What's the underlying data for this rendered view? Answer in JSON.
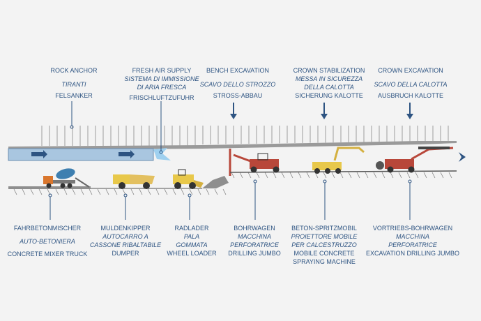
{
  "top_labels": [
    {
      "en": "ROCK ANCHOR",
      "it": "TIRANTI",
      "de": "FELSANKER"
    },
    {
      "en": "FRESH AIR SUPPLY",
      "it1": "SISTEMA DI IMMISSIONE",
      "it2": "DI ARIA FRESCA",
      "de": "FRISCHLUFTZUFUHR"
    },
    {
      "en": "BENCH EXCAVATION",
      "it": "SCAVO DELLO STROZZO",
      "de": "STROSS-ABBAU"
    },
    {
      "en": "CROWN STABILIZATION",
      "it1": "MESSA IN SICUREZZA",
      "it2": "DELLA CALOTTA",
      "de": "SICHERUNG KALOTTE"
    },
    {
      "en": "CROWN EXCAVATION",
      "it": "SCAVO DELLA CALOTTA",
      "de": "AUSBRUCH KALOTTE"
    }
  ],
  "bottom_labels": [
    {
      "de": "FAHRBETONMISCHER",
      "it": "AUTO-BETONIERA",
      "en": "CONCRETE  MIXER TRUCK"
    },
    {
      "de": "MULDENKIPPER",
      "it1": "AUTOCARRO A",
      "it2": "CASSONE RIBALTABILE",
      "en": "DUMPER"
    },
    {
      "de": "RADLADER",
      "it1": "PALA",
      "it2": "GOMMATA",
      "en": "WHEEL LOADER"
    },
    {
      "de": "BOHRWAGEN",
      "it1": "MACCHINA",
      "it2": "PERFORATRICE",
      "en": "DRILLING JUMBO"
    },
    {
      "de": "BETON-SPRITZMOBIL",
      "it1": "PROIETTORE MOBILE",
      "it2": "PER CALCESTRUZZO",
      "en1": "MOBILE CONCRETE",
      "en2": "SPRAYING MACHINE"
    },
    {
      "de": "VORTRIEBS-BOHRWAGEN",
      "it1": "MACCHINA",
      "it2": "PERFORATRICE",
      "en": "EXCAVATION DRILLING JUMBO"
    }
  ],
  "colors": {
    "text": "#2e5482",
    "pipe": "#a9c6e0",
    "vehicle_yellow": "#e8c84a",
    "vehicle_red": "#b8473a",
    "rock": "#8e8e8e"
  }
}
